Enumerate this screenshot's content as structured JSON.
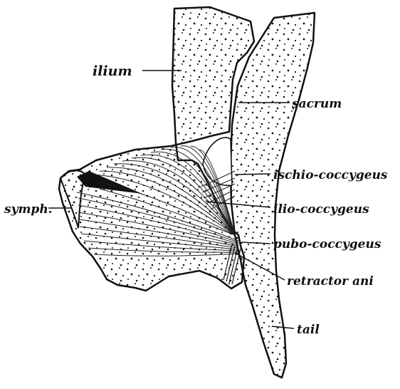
{
  "figure": {
    "labels": {
      "ilium": "ilium",
      "sacrum": "sacrum",
      "ischio": "ischio-coccygeus",
      "ilio": "ilio-coccygeus",
      "symph": "symph.",
      "pubo": "pubo-coccygeus",
      "retractor": "retractor ani",
      "tail": "tail"
    },
    "colors": {
      "ink": "#111111",
      "paper": "#ffffff"
    }
  }
}
